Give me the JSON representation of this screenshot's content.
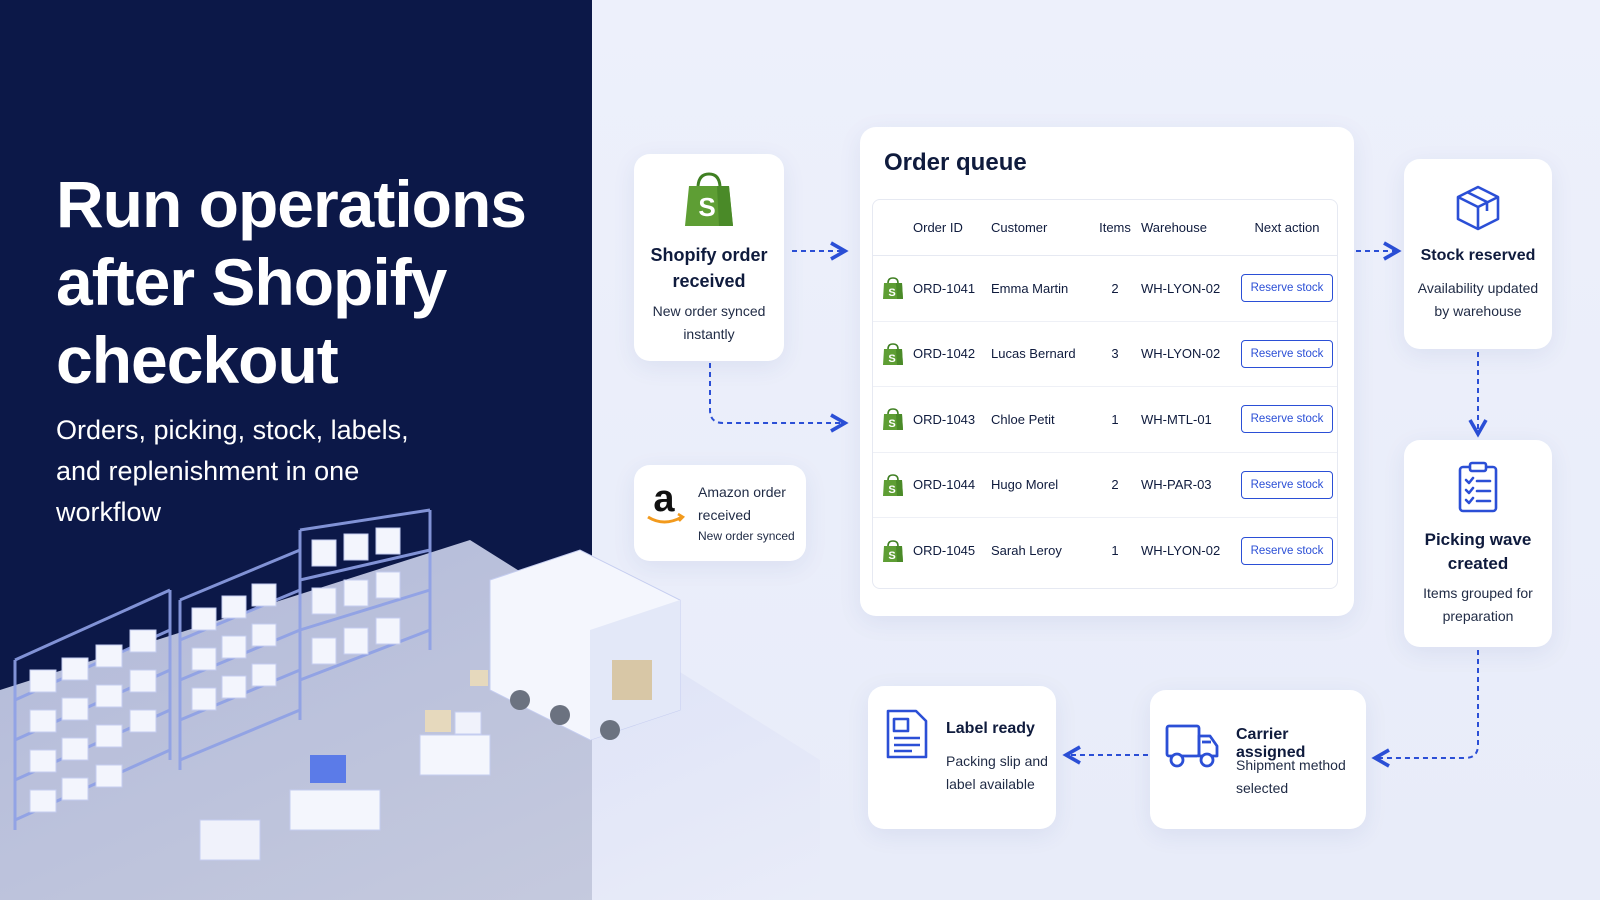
{
  "hero": {
    "title": "Run operations after Shopify checkout",
    "subtitle": "Orders, picking, stock, labels, and replenishment in one workflow"
  },
  "shopify_card": {
    "title": "Shopify order received",
    "subtitle": "New order synced instantly",
    "icon": "shopify-bag-icon"
  },
  "amazon_card": {
    "title": "Amazon order received",
    "subtitle": "New order synced",
    "icon": "amazon-logo-icon"
  },
  "order_queue": {
    "title": "Order queue",
    "columns": [
      "Order ID",
      "Customer",
      "Items",
      "Warehouse",
      "Next action"
    ],
    "rows": [
      {
        "id": "ORD-1041",
        "customer": "Emma Martin",
        "items": "2",
        "warehouse": "WH-LYON-02",
        "action": "Reserve stock"
      },
      {
        "id": "ORD-1042",
        "customer": "Lucas Bernard",
        "items": "3",
        "warehouse": "WH-LYON-02",
        "action": "Reserve stock"
      },
      {
        "id": "ORD-1043",
        "customer": "Chloe Petit",
        "items": "1",
        "warehouse": "WH-MTL-01",
        "action": "Reserve stock"
      },
      {
        "id": "ORD-1044",
        "customer": "Hugo Morel",
        "items": "2",
        "warehouse": "WH-PAR-03",
        "action": "Reserve stock"
      },
      {
        "id": "ORD-1045",
        "customer": "Sarah Leroy",
        "items": "1",
        "warehouse": "WH-LYON-02",
        "action": "Reserve stock"
      }
    ]
  },
  "stock_card": {
    "title": "Stock reserved",
    "subtitle": "Availability updated by warehouse",
    "icon": "box-icon"
  },
  "picking_card": {
    "title": "Picking wave created",
    "subtitle": "Items grouped for preparation",
    "icon": "clipboard-checklist-icon"
  },
  "carrier_card": {
    "title": "Carrier assigned",
    "subtitle": "Shipment method selected",
    "icon": "truck-icon"
  },
  "label_card": {
    "title": "Label ready",
    "subtitle": "Packing slip and label available",
    "icon": "label-document-icon"
  },
  "colors": {
    "hero_bg": "#0c1848",
    "accent": "#2b4fd6",
    "shopify_green": "#5e9e34",
    "amazon_orange": "#f29a1d",
    "page_bg": "#edf0fb"
  }
}
